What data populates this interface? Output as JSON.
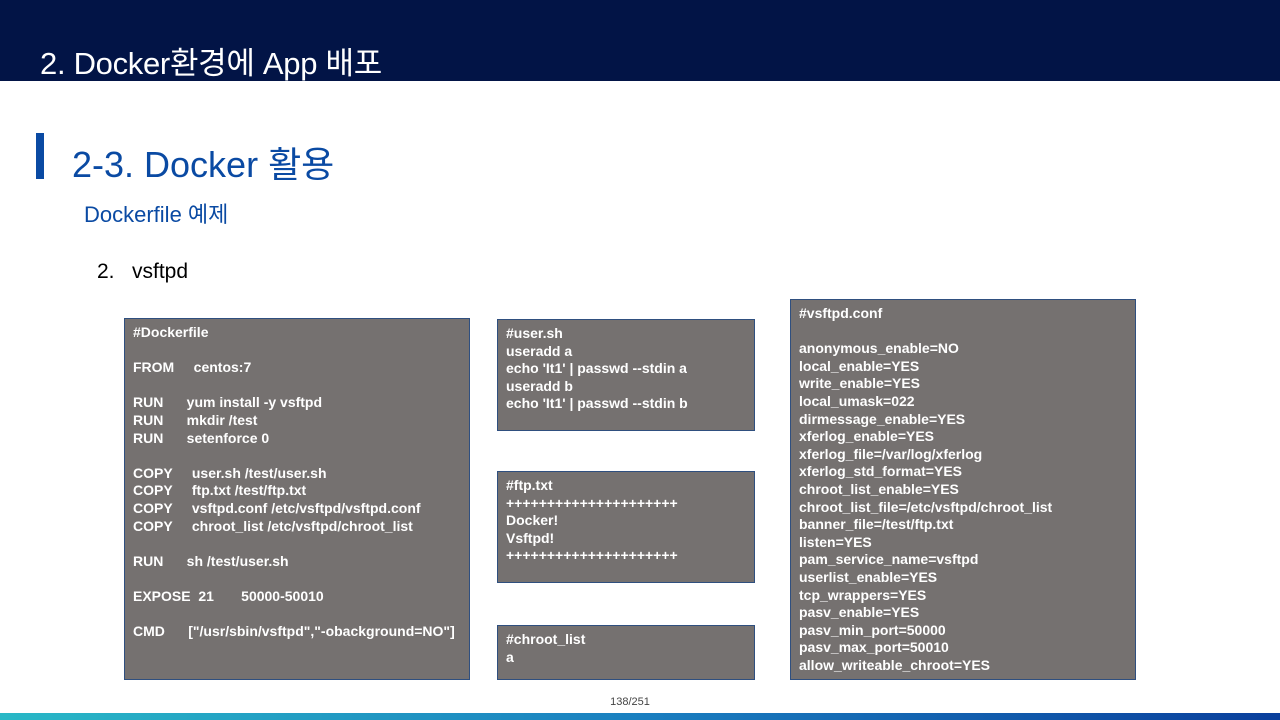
{
  "header": {
    "title": "2.  Docker환경에 App 배포"
  },
  "section": {
    "title": "2-3. Docker 활용",
    "subtitle": "Dockerfile 예제"
  },
  "list": {
    "number": "2.",
    "label": "vsftpd"
  },
  "boxes": {
    "dockerfile": "#Dockerfile\n\nFROM     centos:7\n\nRUN      yum install -y vsftpd\nRUN      mkdir /test\nRUN      setenforce 0\n\nCOPY     user.sh /test/user.sh\nCOPY     ftp.txt /test/ftp.txt\nCOPY     vsftpd.conf /etc/vsftpd/vsftpd.conf\nCOPY     chroot_list /etc/vsftpd/chroot_list\n\nRUN      sh /test/user.sh\n\nEXPOSE  21       50000-50010\n\nCMD      [\"/usr/sbin/vsftpd\",\"-obackground=NO\"]",
    "user_sh": "#user.sh\nuseradd a\necho 'It1' | passwd --stdin a\nuseradd b\necho 'It1' | passwd --stdin b",
    "ftp_txt": "#ftp.txt\n+++++++++++++++++++++\nDocker!\nVsftpd!\n+++++++++++++++++++++",
    "chroot_list": "#chroot_list\na",
    "vsftpd_conf": "#vsftpd.conf\n\nanonymous_enable=NO\nlocal_enable=YES\nwrite_enable=YES\nlocal_umask=022\ndirmessage_enable=YES\nxferlog_enable=YES\nxferlog_file=/var/log/xferlog\nxferlog_std_format=YES\nchroot_list_enable=YES\nchroot_list_file=/etc/vsftpd/chroot_list\nbanner_file=/test/ftp.txt\nlisten=YES\npam_service_name=vsftpd\nuserlist_enable=YES\ntcp_wrappers=YES\npasv_enable=YES\npasv_min_port=50000\npasv_max_port=50010\nallow_writeable_chroot=YES"
  },
  "footer": {
    "page_number": "138/251"
  },
  "colors": {
    "header_bg": "#021446",
    "accent_blue": "#0a4aa3",
    "code_box_bg": "#757170"
  }
}
